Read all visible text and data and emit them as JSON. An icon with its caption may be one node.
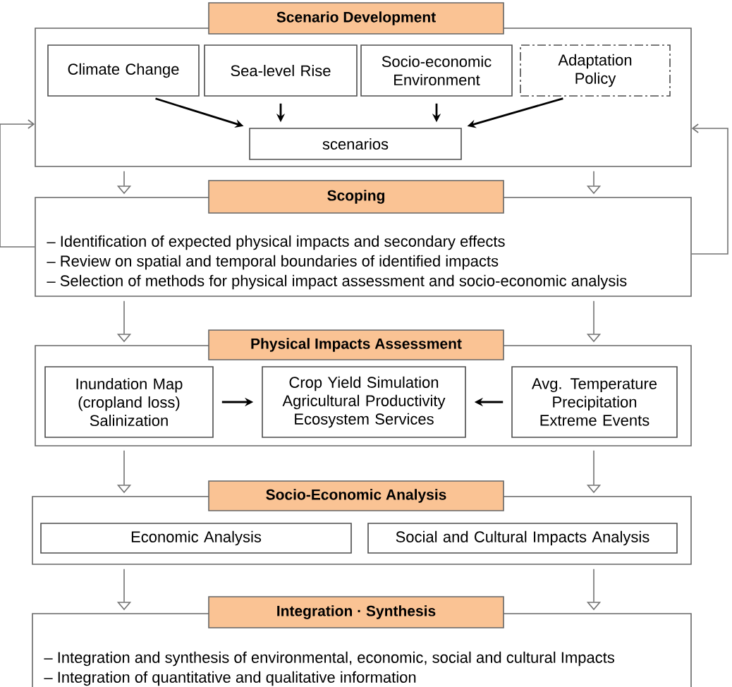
{
  "diagram": {
    "nodes": [
      {
        "text": [
          "Scenario Development"
        ]
      },
      {
        "text": [
          "Climate Change"
        ],
        "in": 0
      },
      {
        "text": [
          "Sea-level Rise"
        ],
        "in": 0
      },
      {
        "text": [
          "Socio-economic Environment"
        ],
        "in": 0
      },
      {
        "text": [
          "Adaptation Policy"
        ],
        "in": 0
      },
      {
        "text": [
          "scenarios"
        ],
        "in": 0
      },
      {
        "text": [
          "Scoping",
          "– Identification of expected physical impacts and secondary effects",
          "– Review on spatial and temporal boundaries of identified impacts",
          "– Selection of methods for physical impact assessment and socio-economic analysis"
        ]
      },
      {
        "text": [
          "Physical Impacts Assessment"
        ]
      },
      {
        "text": [
          "Inundation Map (cropland loss) Salinization"
        ],
        "in": 7
      },
      {
        "text": [
          "Crop Yield Simulation Agricultural Productivity Ecosystem Services"
        ],
        "in": 7
      },
      {
        "text": [
          "Avg. Temperature Precipitation Extreme Events"
        ],
        "in": 7
      },
      {
        "text": [
          "Socio-Economic Analysis"
        ]
      },
      {
        "text": [
          "Economic Analysis"
        ],
        "in": 11
      },
      {
        "text": [
          "Social and Cultural Impacts Analysis"
        ],
        "in": 11
      },
      {
        "text": [
          "Integration · Synthesis",
          "– Integration and synthesis of environmental, economic, social and cultural Impacts",
          "– Integration of quantitative and qualitative information"
        ]
      }
    ],
    "edges": [
      {
        "from": 1,
        "to": 5,
        "arrow": "to",
        "color": "#000000"
      },
      {
        "from": 2,
        "to": 5,
        "arrow": "to",
        "color": "#000000"
      },
      {
        "from": 3,
        "to": 5,
        "arrow": "to",
        "color": "#000000"
      },
      {
        "from": 4,
        "to": 5,
        "arrow": "to",
        "color": "#000000"
      },
      {
        "from": 6,
        "to": 0,
        "arrow": "to"
      },
      {
        "from": 6,
        "to": 0,
        "arrow": "to"
      },
      {
        "from": 0,
        "to": 6,
        "arrow": "to"
      },
      {
        "from": 0,
        "to": 6,
        "arrow": "to"
      },
      {
        "from": 8,
        "to": 9,
        "arrow": "to",
        "color": "#000000"
      },
      {
        "from": 10,
        "to": 9,
        "arrow": "to",
        "color": "#000000"
      },
      {
        "from": 6,
        "to": 7,
        "arrow": "to"
      },
      {
        "from": 6,
        "to": 7,
        "arrow": "to"
      },
      {
        "from": 7,
        "to": 11,
        "arrow": "to"
      },
      {
        "from": 7,
        "to": 11,
        "arrow": "to"
      },
      {
        "from": 11,
        "to": 14,
        "arrow": "to"
      },
      {
        "from": 11,
        "to": 14,
        "arrow": "to"
      }
    ]
  }
}
